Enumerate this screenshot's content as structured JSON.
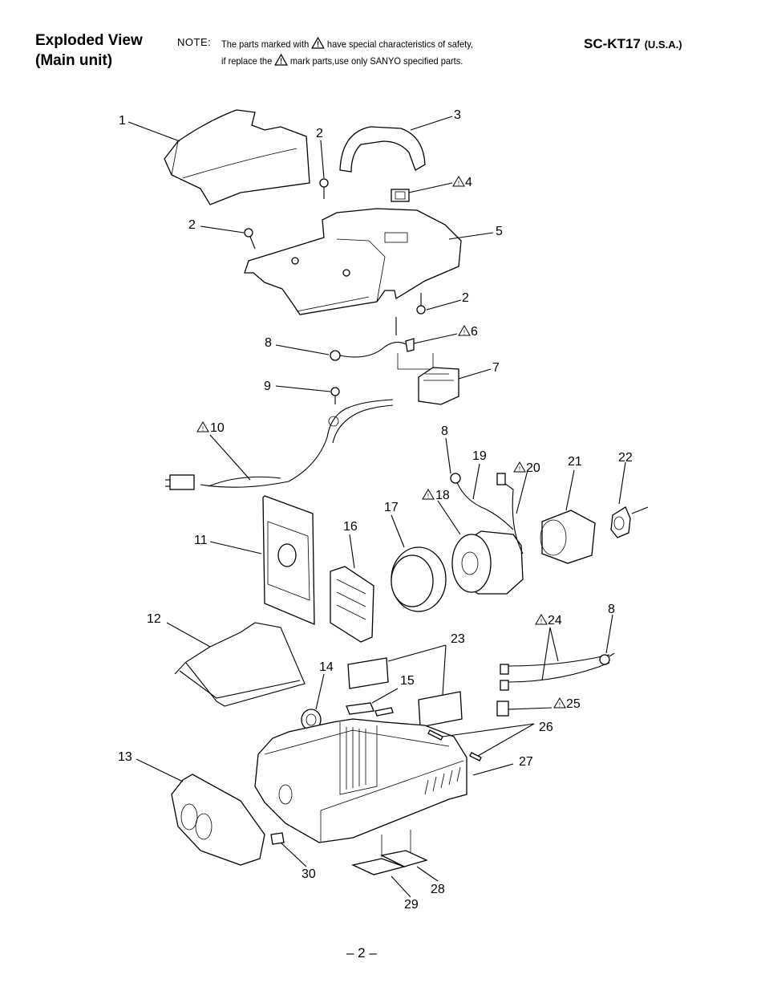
{
  "header": {
    "title_line1": "Exploded View",
    "title_line2": "(Main unit)",
    "note_label": "NOTE:",
    "note_line1_a": "The parts marked with",
    "note_line1_b": "have special characteristics of safety,",
    "note_line2_a": "if replace the",
    "note_line2_b": "mark parts,use only SANYO specified parts.",
    "model": "SC-KT17",
    "region": "(U.S.A.)"
  },
  "footer": {
    "page_number": "– 2 –"
  },
  "callouts": [
    {
      "id": "c1",
      "label": "1",
      "safety": false
    },
    {
      "id": "c2a",
      "label": "2",
      "safety": false
    },
    {
      "id": "c2b",
      "label": "2",
      "safety": false
    },
    {
      "id": "c2c",
      "label": "2",
      "safety": false
    },
    {
      "id": "c3",
      "label": "3",
      "safety": false
    },
    {
      "id": "c4",
      "label": "4",
      "safety": true
    },
    {
      "id": "c5",
      "label": "5",
      "safety": false
    },
    {
      "id": "c6",
      "label": "6",
      "safety": true
    },
    {
      "id": "c7",
      "label": "7",
      "safety": false
    },
    {
      "id": "c8a",
      "label": "8",
      "safety": false
    },
    {
      "id": "c8b",
      "label": "8",
      "safety": false
    },
    {
      "id": "c8c",
      "label": "8",
      "safety": false
    },
    {
      "id": "c9",
      "label": "9",
      "safety": false
    },
    {
      "id": "c10",
      "label": "10",
      "safety": true
    },
    {
      "id": "c11",
      "label": "11",
      "safety": false
    },
    {
      "id": "c12",
      "label": "12",
      "safety": false
    },
    {
      "id": "c13",
      "label": "13",
      "safety": false
    },
    {
      "id": "c14",
      "label": "14",
      "safety": false
    },
    {
      "id": "c15",
      "label": "15",
      "safety": false
    },
    {
      "id": "c16",
      "label": "16",
      "safety": false
    },
    {
      "id": "c17",
      "label": "17",
      "safety": false
    },
    {
      "id": "c18",
      "label": "18",
      "safety": true
    },
    {
      "id": "c19",
      "label": "19",
      "safety": false
    },
    {
      "id": "c20",
      "label": "20",
      "safety": true
    },
    {
      "id": "c21",
      "label": "21",
      "safety": false
    },
    {
      "id": "c22",
      "label": "22",
      "safety": false
    },
    {
      "id": "c23",
      "label": "23",
      "safety": false
    },
    {
      "id": "c24",
      "label": "24",
      "safety": true
    },
    {
      "id": "c25",
      "label": "25",
      "safety": true
    },
    {
      "id": "c26",
      "label": "26",
      "safety": false
    },
    {
      "id": "c27",
      "label": "27",
      "safety": false
    },
    {
      "id": "c28",
      "label": "28",
      "safety": false
    },
    {
      "id": "c29",
      "label": "29",
      "safety": false
    },
    {
      "id": "c30",
      "label": "30",
      "safety": false
    }
  ]
}
